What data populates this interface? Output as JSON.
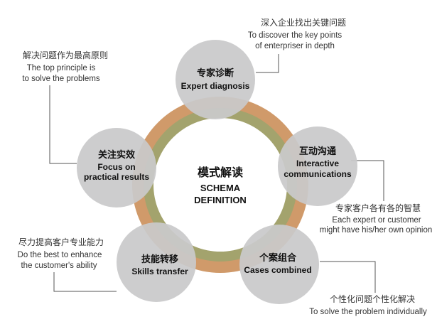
{
  "center": {
    "title_zh": "模式解读",
    "title_en_line1": "SCHEMA",
    "title_en_line2": "DEFINITION"
  },
  "colors": {
    "ring_outer": "#D09A6A",
    "ring_inner": "#A3A36D",
    "node_fill": "#C9C9CA",
    "center_fill": "#FFFFFF"
  },
  "nodes": [
    {
      "id": "expert",
      "zh": "专家诊断",
      "en": [
        "Expert diagnosis"
      ],
      "note_zh": "深入企业找出关键问题",
      "note_en": [
        "To discover the key points",
        "of enterpriser in depth"
      ]
    },
    {
      "id": "interactive",
      "zh": "互动沟通",
      "en": [
        "Interactive",
        "communications"
      ],
      "note_zh": "专家客户各有各的智慧",
      "note_en": [
        "Each expert or customer",
        "might have his/her own opinion"
      ]
    },
    {
      "id": "cases",
      "zh": "个案组合",
      "en": [
        "Cases combined"
      ],
      "note_zh": "个性化问题个性化解决",
      "note_en": [
        "To solve the problem individually"
      ]
    },
    {
      "id": "skills",
      "zh": "技能转移",
      "en": [
        "Skills transfer"
      ],
      "note_zh": "尽力提高客户专业能力",
      "note_en": [
        "Do the best to enhance",
        "the customer's ability"
      ]
    },
    {
      "id": "focus",
      "zh": "关注实效",
      "en": [
        "Focus on",
        "practical results"
      ],
      "note_zh": "解决问题作为最高原则",
      "note_en": [
        "The top principle is",
        "to solve the problems"
      ]
    }
  ]
}
